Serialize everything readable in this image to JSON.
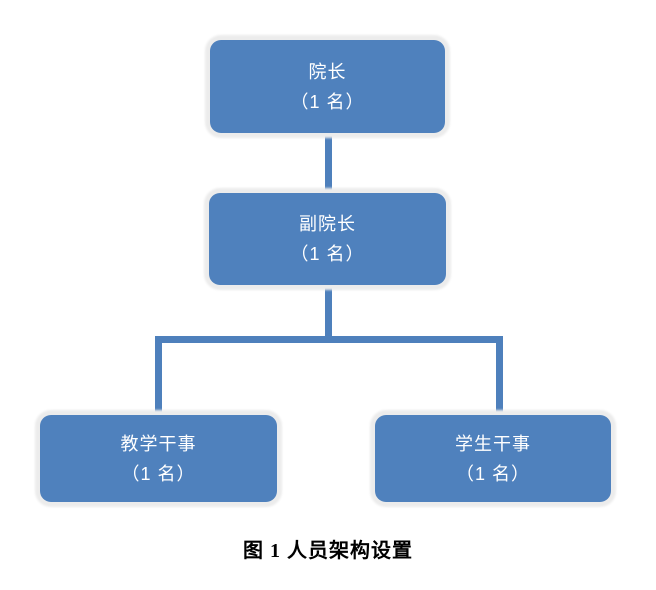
{
  "org_chart": {
    "nodes": [
      {
        "id": "dean",
        "title": "院长",
        "count": "（1 名）"
      },
      {
        "id": "vice-dean",
        "title": "副院长",
        "count": "（1 名）"
      },
      {
        "id": "teaching-officer",
        "title": "教学干事",
        "count": "（1 名）"
      },
      {
        "id": "student-officer",
        "title": "学生干事",
        "count": "（1 名）"
      }
    ],
    "colors": {
      "node_fill": "#4f81bd",
      "connector": "#4e80bc",
      "node_glow": "#ececec",
      "node_text": "#ffffff",
      "caption_text": "#000000"
    }
  },
  "figure": {
    "caption": "图 1  人员架构设置"
  }
}
